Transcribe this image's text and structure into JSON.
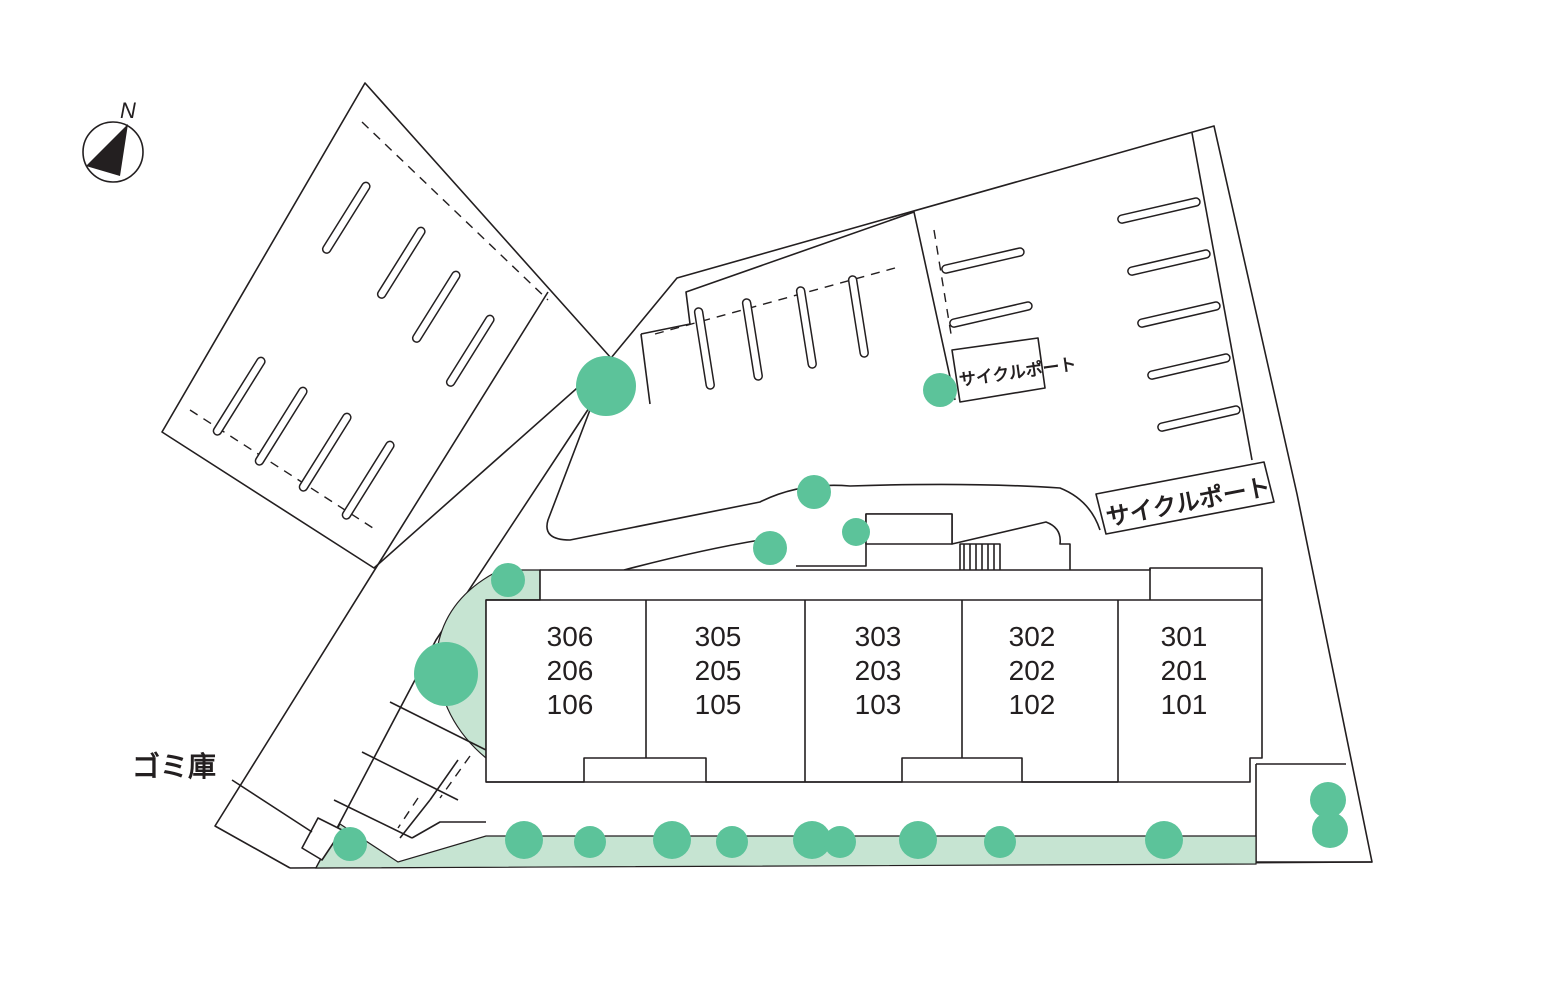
{
  "compass": {
    "label": "N"
  },
  "labels": {
    "garbage": "ゴミ庫",
    "cycle_port_1": "サイクルポート",
    "cycle_port_2": "サイクルポート"
  },
  "units": [
    {
      "id": "col-6",
      "floors": [
        "306",
        "206",
        "106"
      ]
    },
    {
      "id": "col-5",
      "floors": [
        "305",
        "205",
        "105"
      ]
    },
    {
      "id": "col-3",
      "floors": [
        "303",
        "203",
        "103"
      ]
    },
    {
      "id": "col-2",
      "floors": [
        "302",
        "202",
        "102"
      ]
    },
    {
      "id": "col-1",
      "floors": [
        "301",
        "201",
        "101"
      ]
    }
  ],
  "colors": {
    "tree": "#5cc39a",
    "greenery": "#c6e4d2",
    "line": "#231f20"
  },
  "icons": {
    "compass": "north-arrow-icon",
    "tree": "tree-icon"
  }
}
